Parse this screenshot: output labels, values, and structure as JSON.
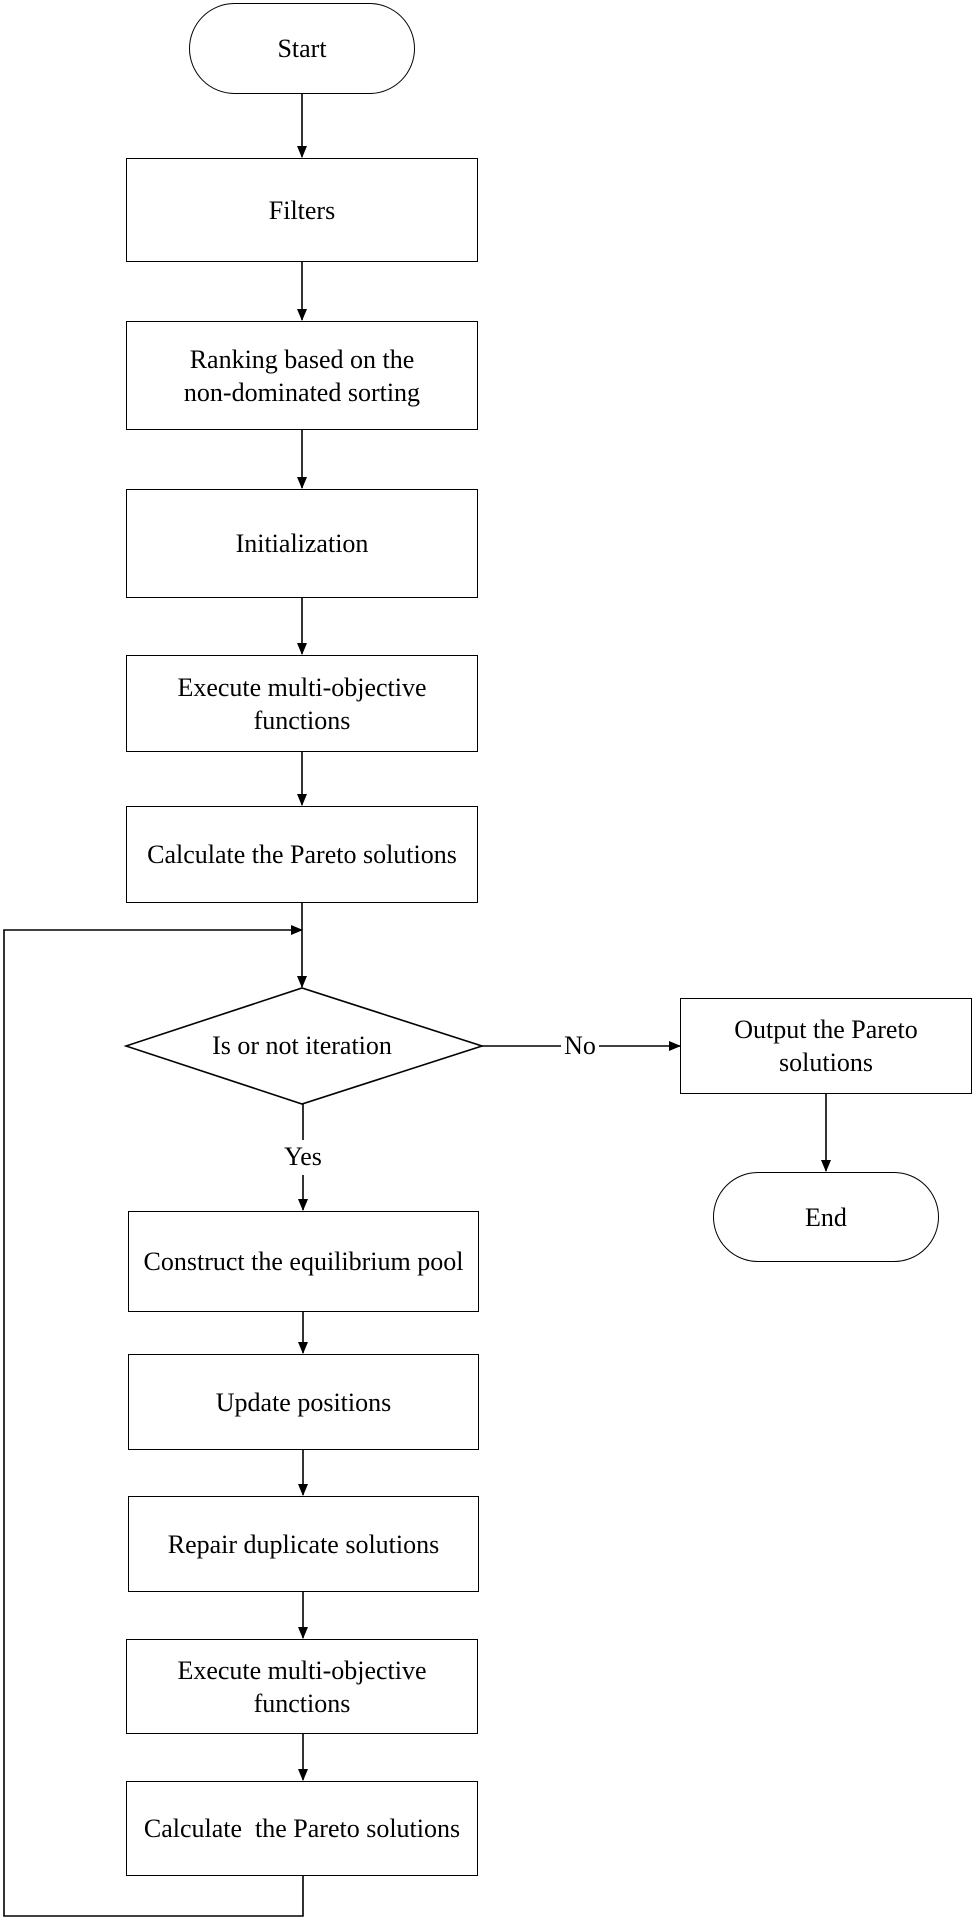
{
  "flowchart": {
    "start": "Start",
    "filters": "Filters",
    "ranking": [
      "Ranking based on the",
      "non-dominated sorting"
    ],
    "initialization": "Initialization",
    "execute_1": [
      "Execute multi-objective",
      "functions"
    ],
    "calculate_1": "Calculate the Pareto solutions",
    "decision": "Is or not iteration",
    "no_label": "No",
    "yes_label": "Yes",
    "output": [
      "Output the Pareto",
      "solutions"
    ],
    "end": "End",
    "construct": "Construct the equilibrium pool",
    "update": "Update positions",
    "repair": "Repair duplicate solutions",
    "execute_2": [
      "Execute multi-objective",
      "functions"
    ],
    "calculate_2": "Calculate  the Pareto solutions"
  },
  "colors": {
    "stroke": "#000000",
    "background": "#ffffff"
  }
}
